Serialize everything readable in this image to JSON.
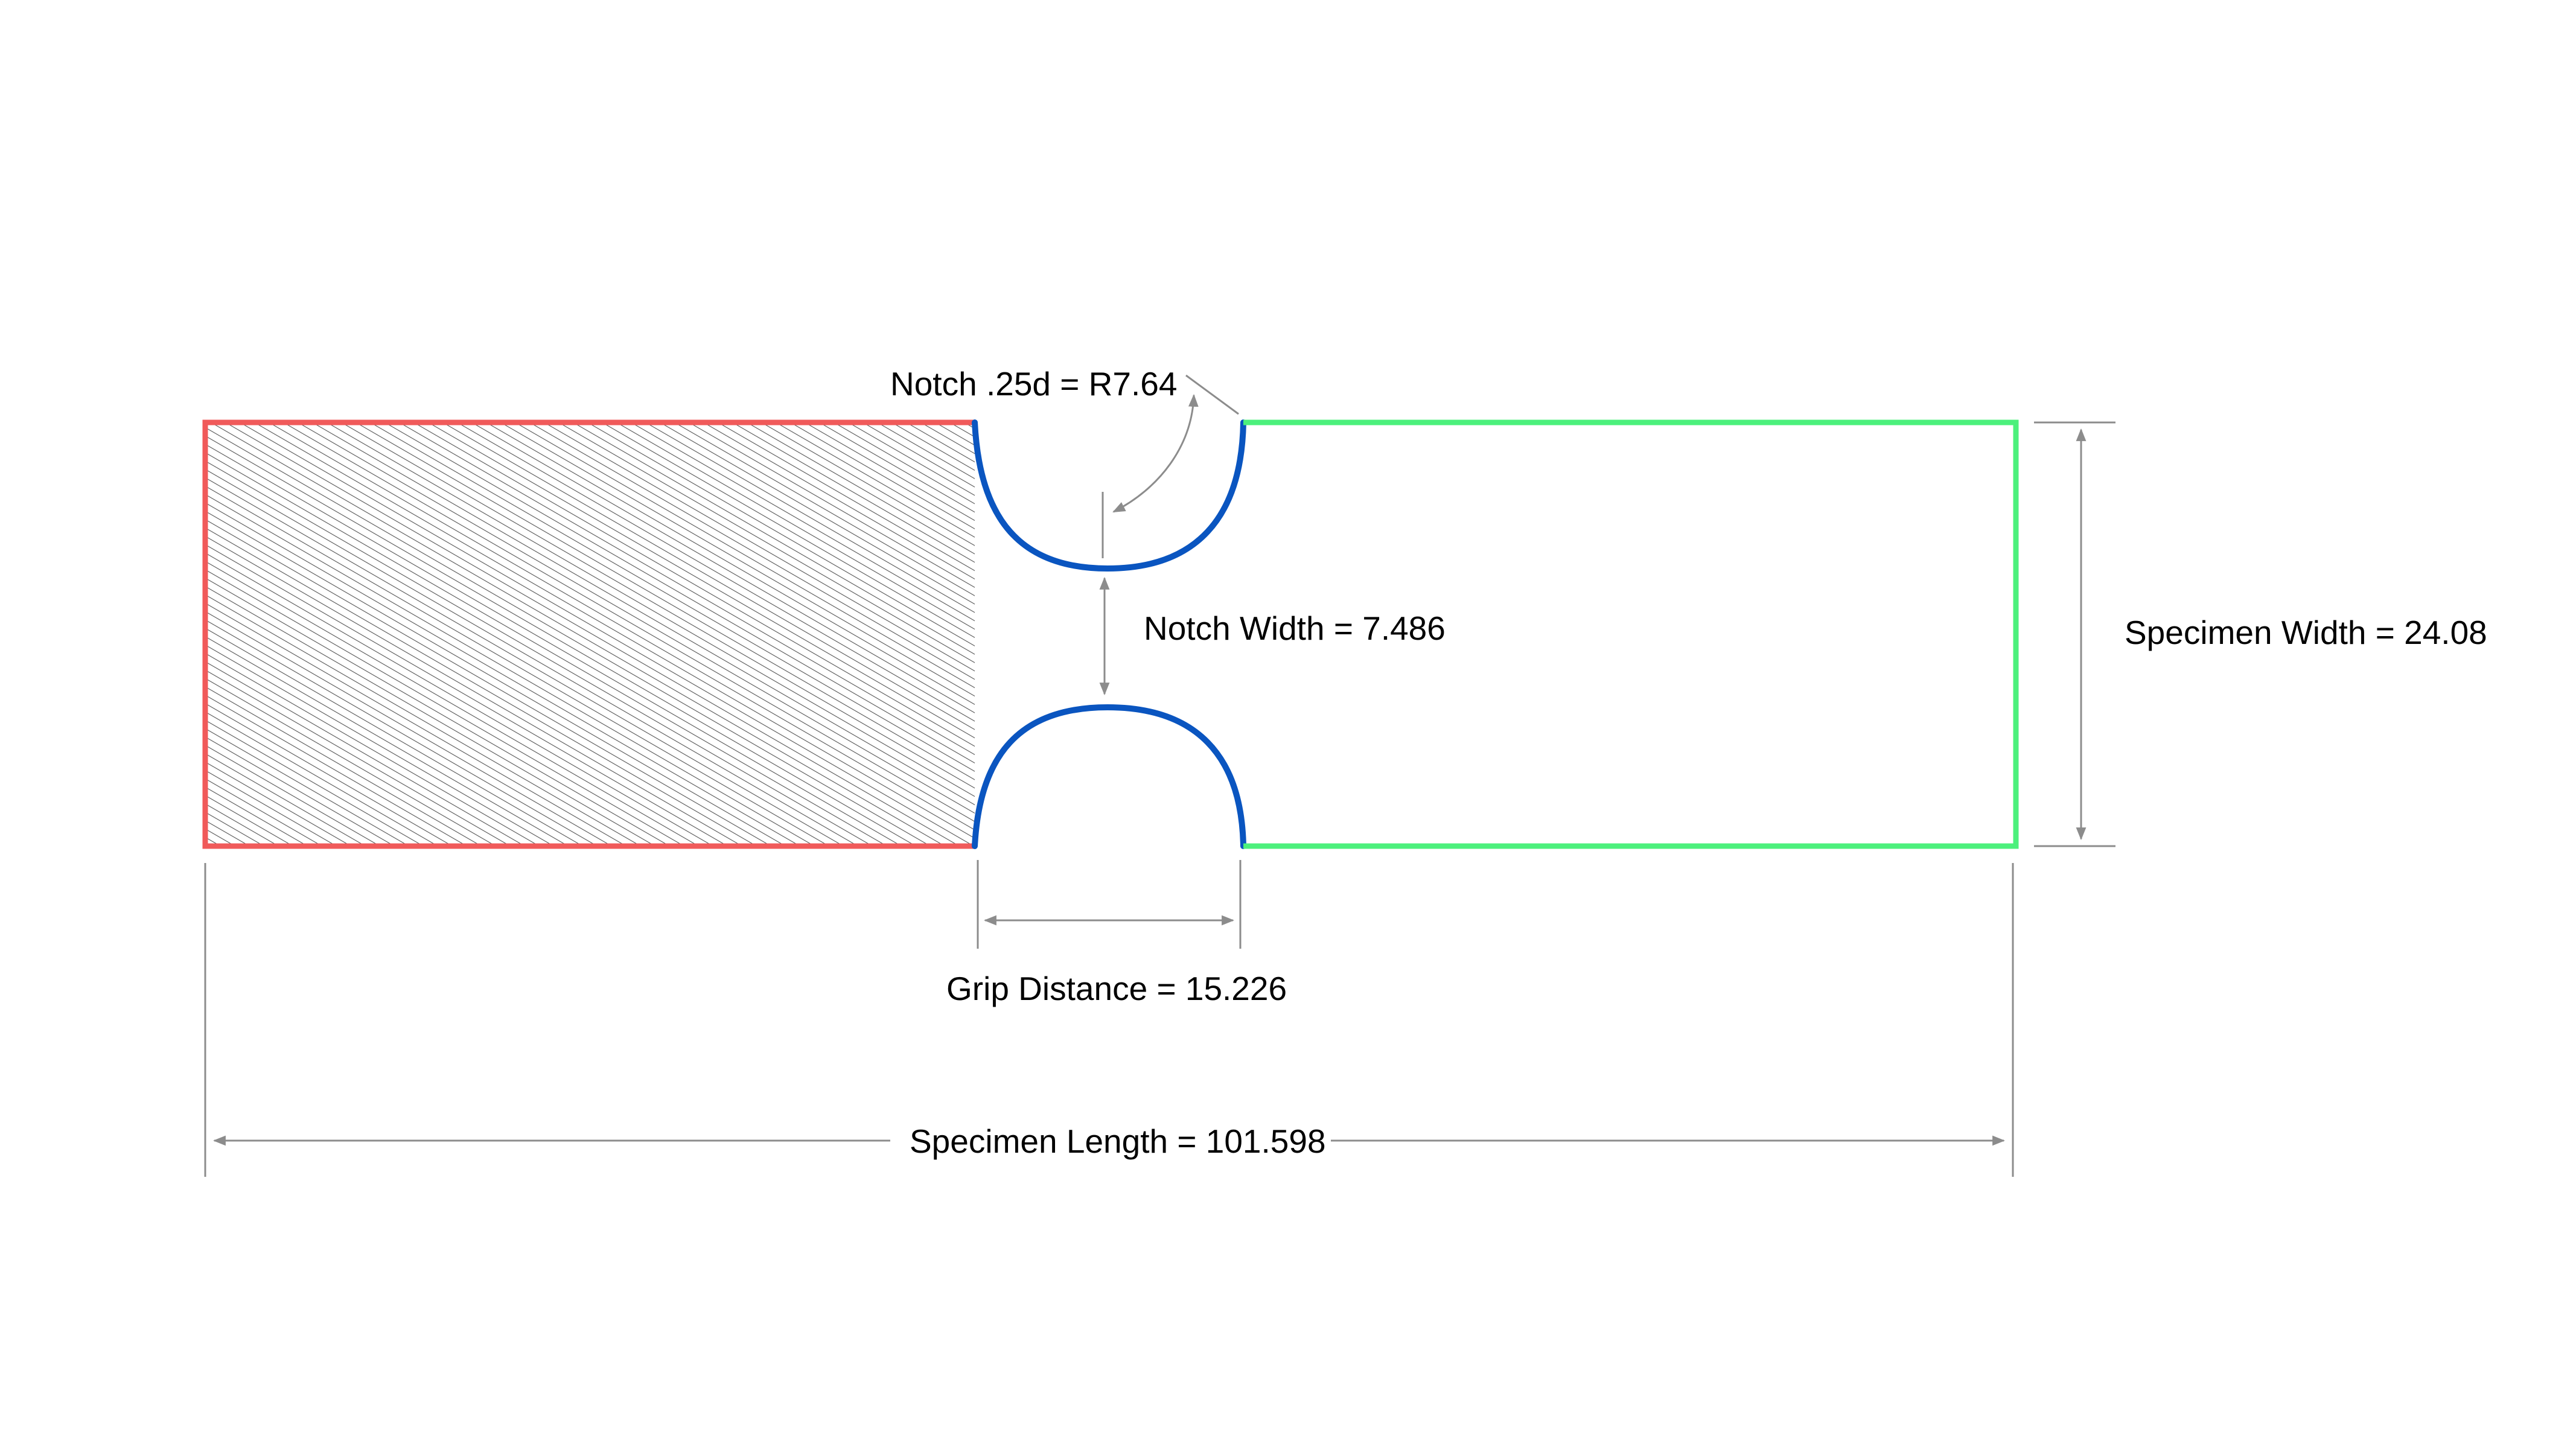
{
  "labels": {
    "notch_radius": "Notch .25d = R7.64",
    "notch_width": "Notch Width = 7.486",
    "specimen_width": "Specimen Width = 24.08",
    "grip_distance": "Grip Distance = 15.226",
    "specimen_length": "Specimen Length = 101.598"
  },
  "colors": {
    "left_grip": "#f05a5a",
    "notch": "#0a55c0",
    "right_grip": "#4cf07c",
    "dimension": "#8c8c8c",
    "hatch": "#555555"
  }
}
